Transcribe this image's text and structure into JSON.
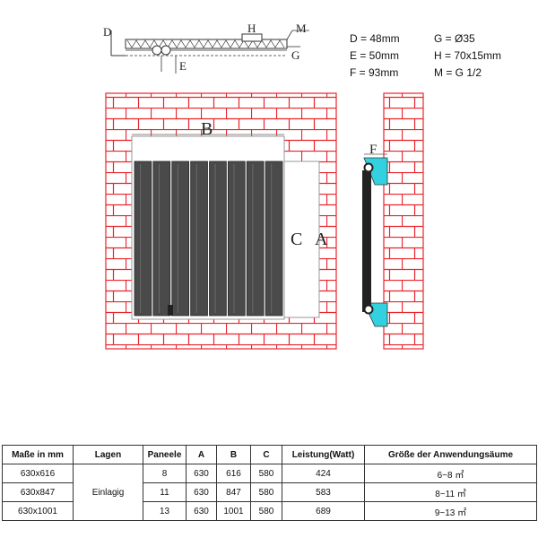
{
  "specs": [
    {
      "left": "D = 48mm",
      "right": "G = Ø35"
    },
    {
      "left": "E = 50mm",
      "right": "H = 70x15mm"
    },
    {
      "left": "F = 93mm",
      "right": "M = G 1/2"
    }
  ],
  "labels": {
    "top_view": {
      "D": "D",
      "E": "E",
      "H": "H",
      "M": "M",
      "G": "G"
    },
    "front": {
      "B": "B",
      "C": "C",
      "A": "A"
    },
    "side": {
      "F": "F"
    }
  },
  "diagram": {
    "panel_count": 8
  },
  "colors": {
    "brick": "#e8242a",
    "panel": "#4a4a4a",
    "bracket": "#33d1e0",
    "line": "#333333"
  },
  "table": {
    "headers": [
      "Maße in mm",
      "Lagen",
      "Paneele",
      "A",
      "B",
      "C",
      "Leistung(Watt)",
      "Größe der Anwendungsäume"
    ],
    "lagen": "Einlagig",
    "rows": [
      {
        "size": "630x616",
        "panels": "8",
        "a": "630",
        "b": "616",
        "c": "580",
        "power": "424",
        "area": "6~8 ㎡"
      },
      {
        "size": "630x847",
        "panels": "11",
        "a": "630",
        "b": "847",
        "c": "580",
        "power": "583",
        "area": "8~11 ㎡"
      },
      {
        "size": "630x1001",
        "panels": "13",
        "a": "630",
        "b": "1001",
        "c": "580",
        "power": "689",
        "area": "9~13 ㎡"
      }
    ]
  }
}
